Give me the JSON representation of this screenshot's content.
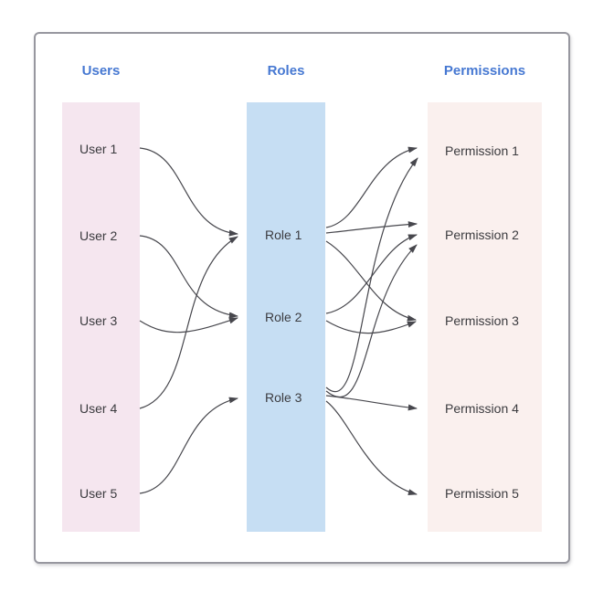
{
  "diagram": {
    "headers": {
      "users": "Users",
      "roles": "Roles",
      "permissions": "Permissions"
    },
    "users": [
      "User 1",
      "User 2",
      "User 3",
      "User 4",
      "User 5"
    ],
    "roles": [
      "Role 1",
      "Role 2",
      "Role 3"
    ],
    "permissions": [
      "Permission 1",
      "Permission 2",
      "Permission 3",
      "Permission 4",
      "Permission 5"
    ],
    "edges": {
      "user_to_role": [
        {
          "from": "user1",
          "to": "role1"
        },
        {
          "from": "user2",
          "to": "role2"
        },
        {
          "from": "user3",
          "to": "role2"
        },
        {
          "from": "user4",
          "to": "role1"
        },
        {
          "from": "user5",
          "to": "role3"
        }
      ],
      "role_to_permission": [
        {
          "from": "role1",
          "to": "perm1"
        },
        {
          "from": "role1",
          "to": "perm2"
        },
        {
          "from": "role1",
          "to": "perm3"
        },
        {
          "from": "role2",
          "to": "perm2"
        },
        {
          "from": "role2",
          "to": "perm3"
        },
        {
          "from": "role3",
          "to": "perm1"
        },
        {
          "from": "role3",
          "to": "perm2"
        },
        {
          "from": "role3",
          "to": "perm4"
        },
        {
          "from": "role3",
          "to": "perm5"
        }
      ]
    },
    "colors": {
      "header_text": "#4678d2",
      "label_text": "#3b3b3f",
      "users_fill": "#f5e6ef",
      "roles_fill": "#c6def3",
      "permissions_fill": "#faf0ee",
      "edge": "#47474d",
      "card_border": "#97979f",
      "card_bg": "#ffffff",
      "page_bg": "#ffffff"
    }
  }
}
